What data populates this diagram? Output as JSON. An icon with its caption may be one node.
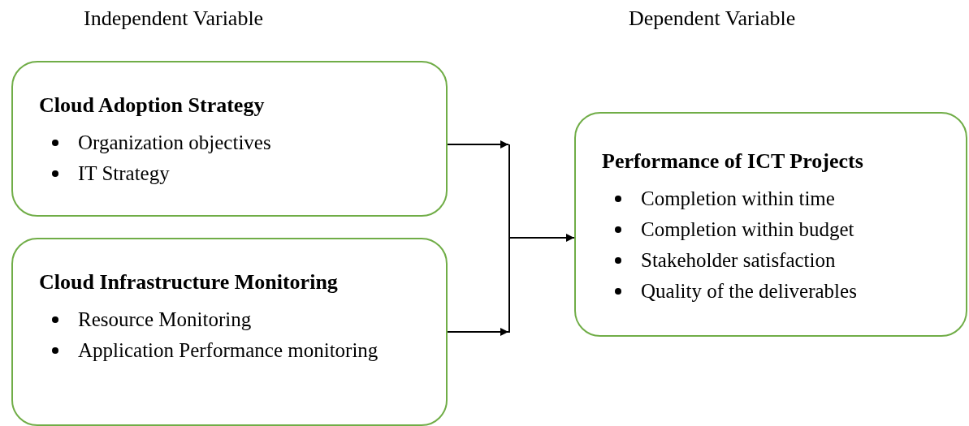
{
  "diagram": {
    "nodes": [
      {
        "text": [
          "Cloud Adoption Strategy",
          "Organization objectives",
          "IT Strategy"
        ]
      },
      {
        "text": [
          "Cloud Infrastructure Monitoring",
          "Resource Monitoring",
          "Application Performance monitoring"
        ]
      },
      {
        "text": [
          "Performance of ICT Projects",
          "Completion within time",
          "Completion within budget",
          "Stakeholder satisfaction",
          "Quality of the deliverables"
        ]
      },
      {
        "text": [],
        "shape": "bar"
      }
    ],
    "edges": [
      {
        "from": 0,
        "to": 3,
        "arrow": "to"
      },
      {
        "from": 1,
        "to": 3,
        "arrow": "to"
      },
      {
        "from": 3,
        "to": 2,
        "arrow": "to"
      }
    ],
    "labels": [
      "Independent Variable",
      "Dependent Variable"
    ]
  }
}
